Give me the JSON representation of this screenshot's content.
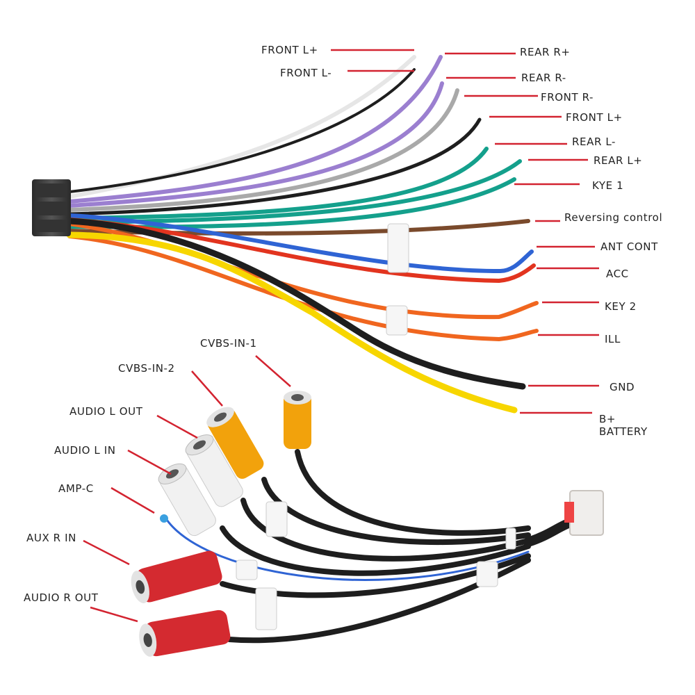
{
  "colors": {
    "leader_line": "#d32330",
    "wire_black": "#1e1e1e",
    "wire_purple": "#9b7fd0",
    "wire_gray": "#a9a9a9",
    "wire_white": "#e4e4e4",
    "wire_green": "#14a08c",
    "wire_brown": "#7a4a2c",
    "wire_blue": "#2f64d4",
    "wire_red": "#e2341f",
    "wire_orange": "#f0661f",
    "wire_yellow": "#f7d600",
    "rca_yellow": "#f2a20c",
    "rca_white": "#f1f1f1",
    "rca_red": "#d42a30"
  },
  "harness": {
    "front_l_plus_a": "FRONT L+",
    "front_l_minus": "FRONT L-",
    "rear_r_plus": "REAR R+",
    "rear_r_minus": "REAR R-",
    "front_r_minus": "FRONT R-",
    "front_l_plus_b": "FRONT L+",
    "rear_l_minus": "REAR L-",
    "rear_l_plus": "REAR L+",
    "kye_1": "KYE 1",
    "reversing_control": "Reversing control",
    "ant_cont": "ANT CONT",
    "acc": "ACC",
    "key_2": "KEY 2",
    "ill": "ILL",
    "gnd": "GND",
    "b_battery": "B+\nBATTERY"
  },
  "rca": {
    "cvbs_in_1": "CVBS-IN-1",
    "cvbs_in_2": "CVBS-IN-2",
    "audio_l_out": "AUDIO L OUT",
    "audio_l_in": "AUDIO L IN",
    "amp_c": "AMP-C",
    "aux_r_in": "AUX R IN",
    "audio_r_out": "AUDIO R OUT"
  }
}
